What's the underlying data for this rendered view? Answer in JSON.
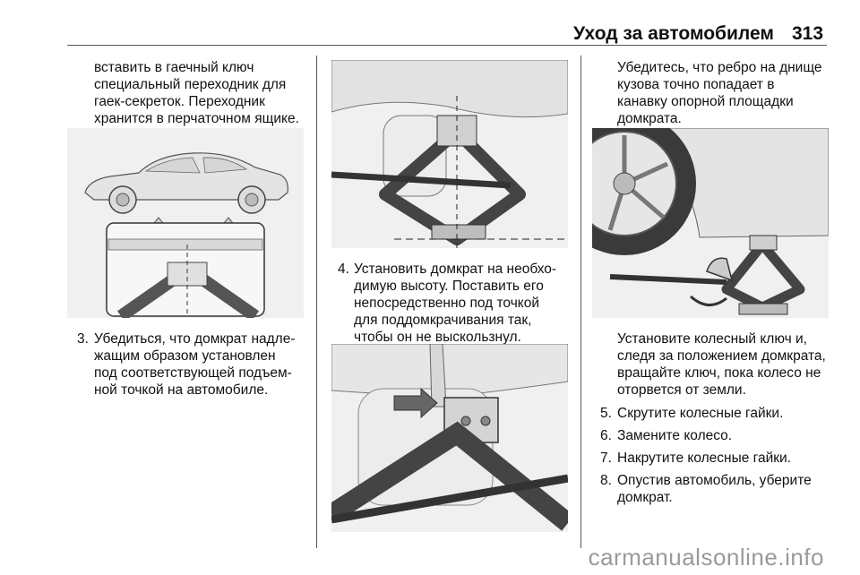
{
  "header": {
    "title": "Уход за автомобилем",
    "page_number": "313"
  },
  "col1": {
    "intro_lines": [
      "вставить в гаечный ключ",
      "специальный переходник для",
      "гаек-секреток. Переходник",
      "хранится в перчаточном ящике."
    ],
    "step3": {
      "number": "3.",
      "lines": [
        "Убедиться, что домкрат надле-",
        "жащим образом установлен",
        "под соответствующей подъем-",
        "ной точкой на автомобиле."
      ]
    }
  },
  "col2": {
    "step4": {
      "number": "4.",
      "lines": [
        "Установить домкрат на необхо-",
        "димую высоту. Поставить его",
        "непосредственно под точкой",
        "для поддомкрачивания так,",
        "чтобы он не выскользнул."
      ]
    }
  },
  "col3": {
    "intro_lines": [
      "Убедитесь, что ребро на днище",
      "кузова точно попадает в",
      "канавку опорной площадки",
      "домкрата."
    ],
    "caption_lines": [
      "Установите колесный ключ и,",
      "следя за положением домкрата,",
      "вращайте ключ, пока колесо не",
      "оторвется от земли."
    ],
    "steps": [
      {
        "number": "5.",
        "text": "Скрутите колесные гайки."
      },
      {
        "number": "6.",
        "text": "Замените колесо."
      },
      {
        "number": "7.",
        "text": "Накрутите колесные гайки."
      },
      {
        "number": "8.",
        "lines": [
          "Опустив автомобиль, уберите",
          "домкрат."
        ]
      }
    ]
  },
  "watermark": "carmanualsonline.info"
}
